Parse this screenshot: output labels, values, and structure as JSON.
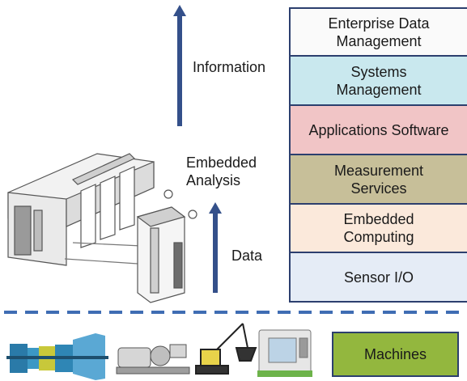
{
  "labels": {
    "information": "Information",
    "embedded_analysis": "Embedded\nAnalysis",
    "data": "Data"
  },
  "stack": [
    {
      "label": "Enterprise Data\nManagement",
      "color": "#fafafa"
    },
    {
      "label": "Systems\nManagement",
      "color": "#c9e8ee"
    },
    {
      "label": "Applications Software",
      "color": "#f1c5c6"
    },
    {
      "label": "Measurement\nServices",
      "color": "#c7bf99"
    },
    {
      "label": "Embedded\nComputing",
      "color": "#fbe9db"
    },
    {
      "label": "Sensor I/O",
      "color": "#e5ecf6"
    }
  ],
  "machines_label": "Machines",
  "colors": {
    "arrow": "#34508a",
    "divider": "#3f6db3",
    "border": "#2c3f6e",
    "machines": "#93b73e"
  }
}
